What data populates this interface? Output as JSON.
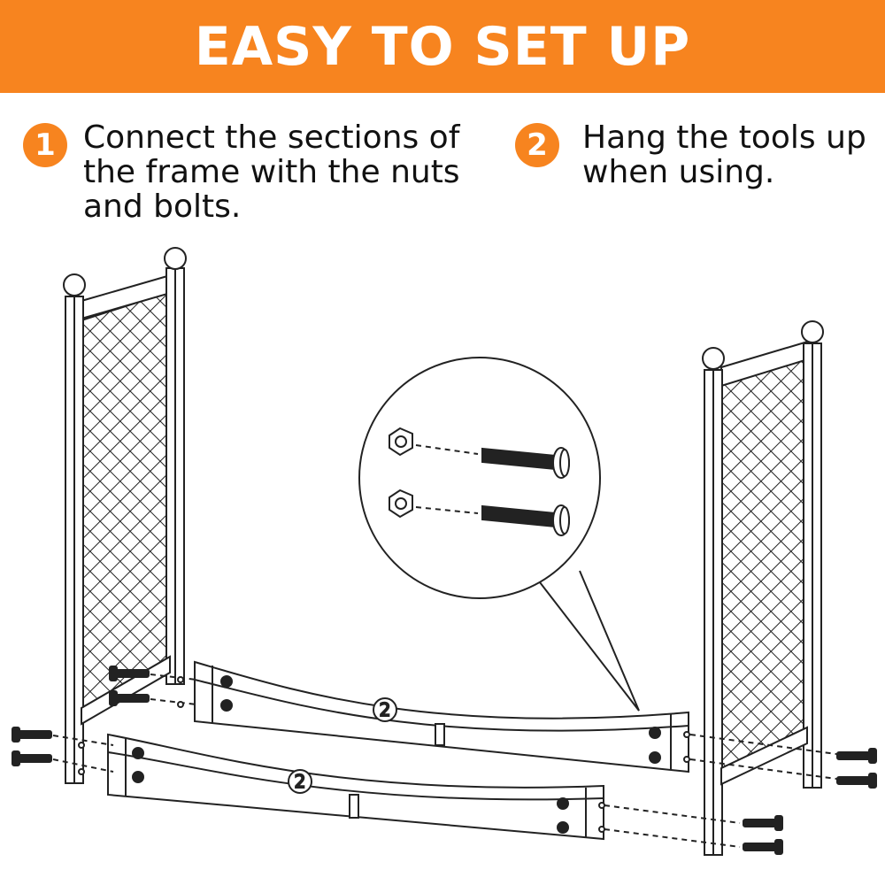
{
  "banner": {
    "title": "EASY TO SET UP",
    "color": "#f7841f"
  },
  "steps": [
    {
      "number": "1",
      "text": "Connect the sections of\nthe frame with the nuts\nand bolts."
    },
    {
      "number": "2",
      "text": "Hang the tools up\nwhen using."
    }
  ],
  "diagram": {
    "part_labels": [
      "2",
      "2"
    ]
  }
}
